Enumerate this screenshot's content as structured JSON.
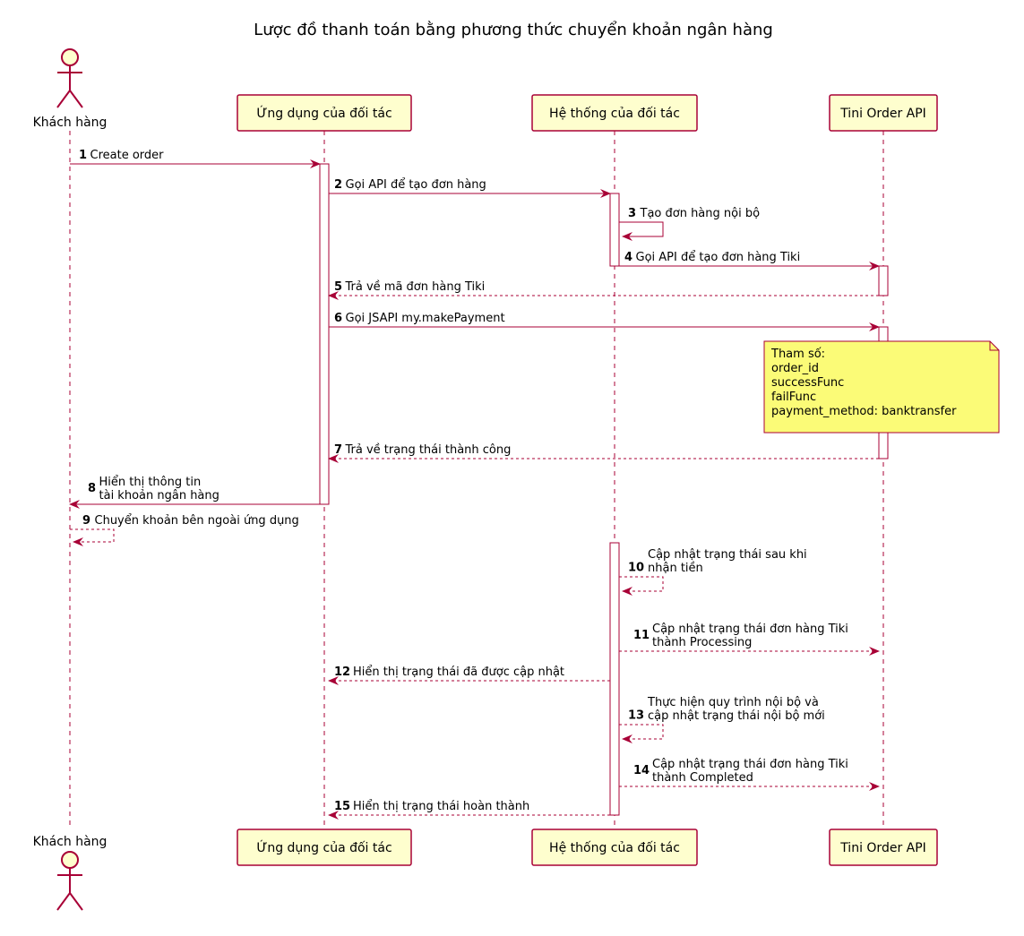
{
  "title": "Lược đồ thanh toán bằng phương thức chuyển khoản ngân hàng",
  "colors": {
    "line": "#a80036",
    "participant_fill": "#fefece",
    "note_fill": "#fbfb77",
    "note_border": "#a80036",
    "activation_fill": "#ffffff"
  },
  "participants": [
    {
      "id": "customer",
      "label": "Khách hàng",
      "kind": "actor"
    },
    {
      "id": "app",
      "label": "Ứng dụng của đối tác",
      "kind": "box"
    },
    {
      "id": "system",
      "label": "Hệ thống của đối tác",
      "kind": "box"
    },
    {
      "id": "tini",
      "label": "Tini Order API",
      "kind": "box"
    }
  ],
  "messages": [
    {
      "num": "1",
      "from": "customer",
      "to": "app",
      "dashed": false,
      "lines": [
        "Create order"
      ]
    },
    {
      "num": "2",
      "from": "app",
      "to": "system",
      "dashed": false,
      "lines": [
        "Gọi API để tạo đơn hàng"
      ]
    },
    {
      "num": "3",
      "from": "system",
      "to": "system",
      "dashed": false,
      "lines": [
        "Tạo đơn hàng nội bộ"
      ]
    },
    {
      "num": "4",
      "from": "system",
      "to": "tini",
      "dashed": false,
      "lines": [
        "Gọi API để tạo đơn hàng Tiki"
      ]
    },
    {
      "num": "5",
      "from": "tini",
      "to": "app",
      "dashed": true,
      "lines": [
        "Trả về mã đơn hàng Tiki"
      ]
    },
    {
      "num": "6",
      "from": "app",
      "to": "tini",
      "dashed": false,
      "lines": [
        "Gọi JSAPI my.makePayment"
      ]
    },
    {
      "num": "7",
      "from": "tini",
      "to": "app",
      "dashed": true,
      "lines": [
        "Trả về trạng thái thành công"
      ]
    },
    {
      "num": "8",
      "from": "app",
      "to": "customer",
      "dashed": false,
      "lines": [
        "Hiển thị thông tin",
        " tài khoản ngân hàng"
      ]
    },
    {
      "num": "9",
      "from": "customer",
      "to": "customer",
      "dashed": true,
      "lines": [
        "Chuyển khoản bên ngoài ứng dụng"
      ]
    },
    {
      "num": "10",
      "from": "system",
      "to": "system",
      "dashed": true,
      "lines": [
        "Cập nhật trạng thái sau khi",
        " nhận tiền"
      ]
    },
    {
      "num": "11",
      "from": "system",
      "to": "tini",
      "dashed": true,
      "lines": [
        "Cập nhật trạng thái đơn hàng Tiki",
        " thành Processing"
      ]
    },
    {
      "num": "12",
      "from": "system",
      "to": "app",
      "dashed": true,
      "lines": [
        "Hiển thị trạng thái đã được cập nhật"
      ]
    },
    {
      "num": "13",
      "from": "system",
      "to": "system",
      "dashed": true,
      "lines": [
        "Thực hiện quy trình nội bộ và",
        " cập nhật trạng thái nội bộ mới"
      ]
    },
    {
      "num": "14",
      "from": "system",
      "to": "tini",
      "dashed": true,
      "lines": [
        "Cập nhật trạng thái đơn hàng Tiki",
        " thành Completed"
      ]
    },
    {
      "num": "15",
      "from": "system",
      "to": "app",
      "dashed": true,
      "lines": [
        "Hiển thị trạng thái hoàn thành"
      ]
    }
  ],
  "note": {
    "over": "tini",
    "lines": [
      "Tham số:",
      " order_id",
      " successFunc",
      " failFunc",
      " payment_method: banktransfer"
    ]
  }
}
